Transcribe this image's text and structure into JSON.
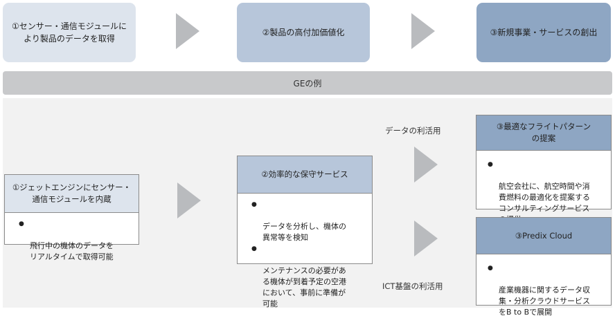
{
  "stages": [
    {
      "text": "①センサー・通信モジュールに\nより製品のデータを取得",
      "color": "#dde4ed"
    },
    {
      "text": "②製品の高付加価値化",
      "color": "#b7c6da"
    },
    {
      "text": "③新規事業・サービスの創出",
      "color": "#8ea6c3"
    }
  ],
  "banner": "GEの例",
  "engine": {
    "title": "①ジェットエンジンにセンサー・\n通信モジュールを内蔵",
    "bullets": [
      "飛行中の機体のデータを\nリアルタイムで取得可能"
    ]
  },
  "maintenance": {
    "title": "②効率的な保守サービス",
    "bullets": [
      "データを分析し、機体の\n異常等を検知",
      "メンテナンスの必要があ\nる機体が到着予定の空港\nにおいて、事前に準備が\n可能"
    ]
  },
  "data_use_label": "データの利活用",
  "ict_label": "ICT基盤の利活用",
  "flight": {
    "title": "③最適なフライトパターン\nの提案",
    "bullets": [
      "航空会社に、航空時間や消\n費燃料の最適化を提案する\nコンサルティングサービス\nの提供"
    ]
  },
  "predix": {
    "title": "③Predix Cloud",
    "bullets": [
      "産業機器に関するデータ収\n集・分析クラウドサービス\nをB to Bで展開"
    ]
  },
  "bullet_symbol": "●",
  "colors": {
    "head_light": "#dde4ed",
    "head_mid": "#b7c6da",
    "head_dark": "#8ea6c3",
    "arrow": "#b9bbbe",
    "banner": "#c8c9cb",
    "panel": "#f2f2f2"
  }
}
